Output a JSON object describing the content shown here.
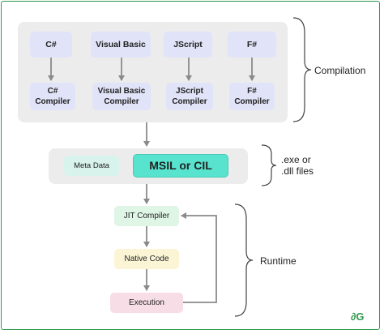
{
  "languages": [
    {
      "name": "C#",
      "compiler": "C#\nCompiler"
    },
    {
      "name": "Visual Basic",
      "compiler": "Visual Basic\nCompiler"
    },
    {
      "name": "JScript",
      "compiler": "JScript\nCompiler"
    },
    {
      "name": "F#",
      "compiler": "F#\nCompiler"
    }
  ],
  "compilation_label": "Compilation",
  "metadata_label": "Meta Data",
  "msil_label": "MSIL or CIL",
  "files_label": ".exe or\n.dll files",
  "runtime": {
    "jit": "JIT Compiler",
    "native": "Native Code",
    "execution": "Execution",
    "label": "Runtime"
  },
  "logo_text": "∂G",
  "colors": {
    "frame": "#2e9a4e",
    "panel": "#ececec",
    "language_box": "#e1e4f8",
    "msil": "#58e3cf",
    "metadata": "#d8f3ec",
    "jit": "#dff5e6",
    "native": "#fbf5d6",
    "execution": "#f7dde6",
    "arrow": "#8a8a8a"
  }
}
